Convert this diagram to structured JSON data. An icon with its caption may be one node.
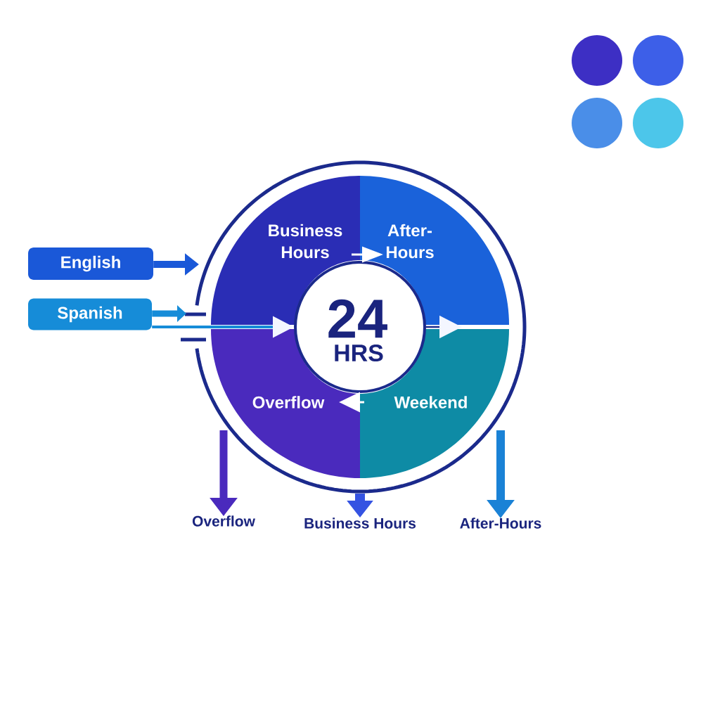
{
  "diagram": {
    "nodes": [
      {
        "text": [
          "English"
        ]
      },
      {
        "text": [
          "Spanish"
        ]
      },
      {
        "text": [],
        "shape": "circle"
      },
      {
        "text": [
          "Business Hours"
        ],
        "in": 2
      },
      {
        "text": [
          "After-Hours"
        ],
        "in": 2
      },
      {
        "text": [
          "Overflow"
        ],
        "in": 2
      },
      {
        "text": [
          "Weekend"
        ],
        "in": 2
      },
      {
        "text": [
          "24",
          "HRS"
        ],
        "in": 2
      },
      {
        "text": [
          "Overflow"
        ]
      },
      {
        "text": [
          "Business Hours"
        ]
      },
      {
        "text": [
          "After-Hours"
        ]
      }
    ],
    "edges": [
      {
        "from": 0,
        "to": 2,
        "arrow": "to",
        "color": "#1a58d8"
      },
      {
        "from": 1,
        "to": 2,
        "arrow": "to",
        "color": "#168cd8"
      },
      {
        "from": 1,
        "to": 7,
        "arrow": "to",
        "color": "#168cd8"
      },
      {
        "from": 3,
        "to": 4,
        "arrow": "to",
        "color": "#ffffff"
      },
      {
        "from": 7,
        "to": 4,
        "arrow": "to",
        "color": "#1b2a8c"
      },
      {
        "from": 6,
        "to": 5,
        "arrow": "to",
        "color": "#ffffff"
      },
      {
        "from": 5,
        "to": 8,
        "arrow": "to",
        "color": "#4a2abd"
      },
      {
        "from": 2,
        "to": 9,
        "arrow": "to",
        "color": "#3553e2"
      },
      {
        "from": 6,
        "to": 10,
        "arrow": "to",
        "color": "#1a82d6"
      }
    ]
  }
}
